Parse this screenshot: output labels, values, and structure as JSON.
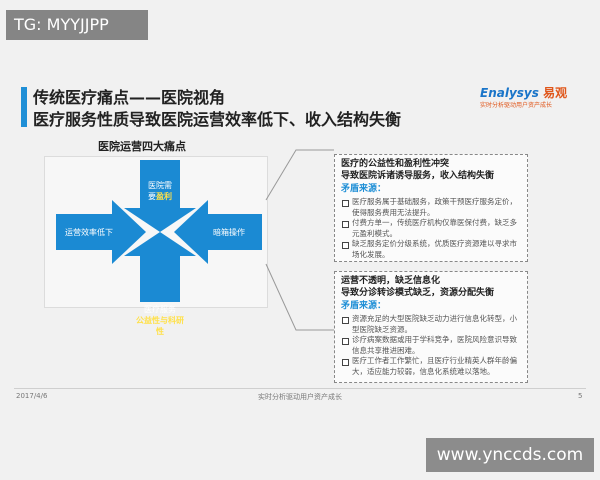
{
  "overlays": {
    "top_tag": "TG: MYYJJPP",
    "bottom_watermark": "www.ynccds.com"
  },
  "slide": {
    "title_line1": "传统医疗痛点——医院视角",
    "title_line2": "医疗服务性质导致医院运营效率低下、收入结构失衡",
    "logo": {
      "brand": "Enalysys",
      "brand_cn": "易观",
      "tagline": "实时分析驱动用户资产成长"
    },
    "diagram": {
      "title": "医院运营四大痛点",
      "top": {
        "line1": "医院需",
        "line2_plain": "要",
        "line2_bold": "盈利"
      },
      "left": {
        "text": "运营效率低下"
      },
      "right": {
        "text": "暗箱操作"
      },
      "bottom": {
        "line1": "医疗服务",
        "line2_plain": "",
        "line2_bold": "公益性与科研性"
      }
    },
    "box1": {
      "head1": "医疗的公益性和盈利性冲突",
      "head2": "导致医院诉诸诱导服务，收入结构失衡",
      "source_label": "矛盾来源：",
      "bullets": [
        "医疗服务属于基础服务，政策干预医疗服务定价，使得服务费用无法提升。",
        "付费方单一，传统医疗机构仅靠医保付费，缺乏多元盈利模式。",
        "缺乏服务定价分级系统，优质医疗资源难以寻求市场化发展。"
      ]
    },
    "box2": {
      "head1": "运营不透明，缺乏信息化",
      "head2": "导致分诊转诊模式缺乏，资源分配失衡",
      "source_label": "矛盾来源：",
      "bullets": [
        "资源充足的大型医院缺乏动力进行信息化转型，小型医院缺乏资源。",
        "诊疗病案数据或用于学科竞争，医院风险意识导致信息共享推进困难。",
        "医疗工作者工作繁忙，且医疗行业精英人群年龄偏大，适应能力较弱，信息化系统难以落地。"
      ]
    },
    "footer": {
      "date": "2017/4/6",
      "center": "实时分析驱动用户资产成长",
      "page": "5"
    },
    "colors": {
      "accent_blue": "#1f8fd6",
      "arrow_blue": "#1b8ad3",
      "highlight_yellow": "#ffe14a"
    }
  }
}
